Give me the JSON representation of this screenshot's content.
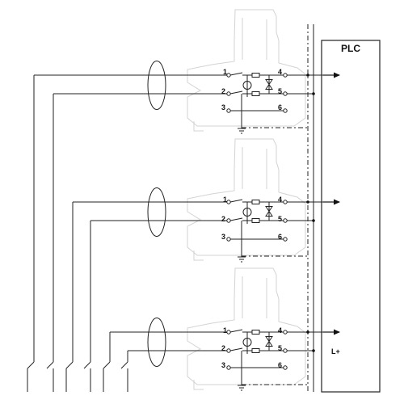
{
  "plc": {
    "label": "PLC"
  },
  "supply": {
    "label": "L+"
  },
  "modules": [
    {
      "terminals": [
        "1",
        "2",
        "3",
        "4",
        "5",
        "6"
      ]
    },
    {
      "terminals": [
        "1",
        "2",
        "3",
        "4",
        "5",
        "6"
      ]
    },
    {
      "terminals": [
        "1",
        "2",
        "3",
        "4",
        "5",
        "6"
      ]
    }
  ],
  "switch_count": 6,
  "colors": {
    "line": "#222222",
    "housing": "#d3d3d3",
    "background": "#ffffff"
  }
}
